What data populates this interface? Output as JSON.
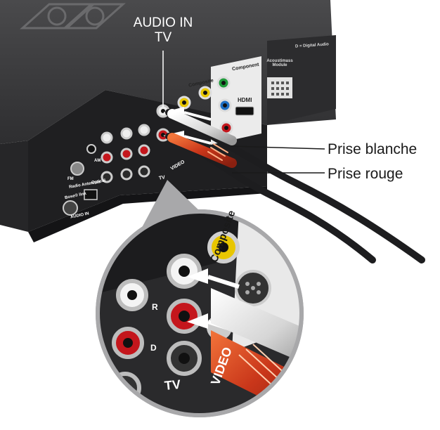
{
  "labels": {
    "audio_in_line1": "AUDIO IN",
    "audio_in_line2": "TV",
    "prise_blanche": "Prise blanche",
    "prise_rouge": "Prise rouge"
  },
  "panel_text": {
    "component": "Component",
    "composite": "Composite",
    "hdmi": "HDMI",
    "acoustimass_module": "Acoustimass Module",
    "digital_audio_note": "D = Digital Audio",
    "fm": "FM",
    "radio_antennas": "Radio Antennas",
    "am": "AM",
    "optical": "Optical",
    "bose_link": "Bose® link",
    "audio_in": "AUDIO IN",
    "tv": "TV",
    "video": "VIDEO"
  },
  "magnified_text": {
    "composite": "Composite",
    "r": "R",
    "d": "D",
    "tv": "TV",
    "video": "VIDEO"
  },
  "colors": {
    "device_body": "#3d3d3f",
    "panel_dark": "#2a2a2c",
    "jack_red": "#c4161c",
    "jack_yellow": "#e8c600",
    "jack_green": "#1f9a3a",
    "jack_blue": "#1f6fc4",
    "plug_orange": "#d9471a",
    "magnifier_gray": "#a8a8aa"
  }
}
